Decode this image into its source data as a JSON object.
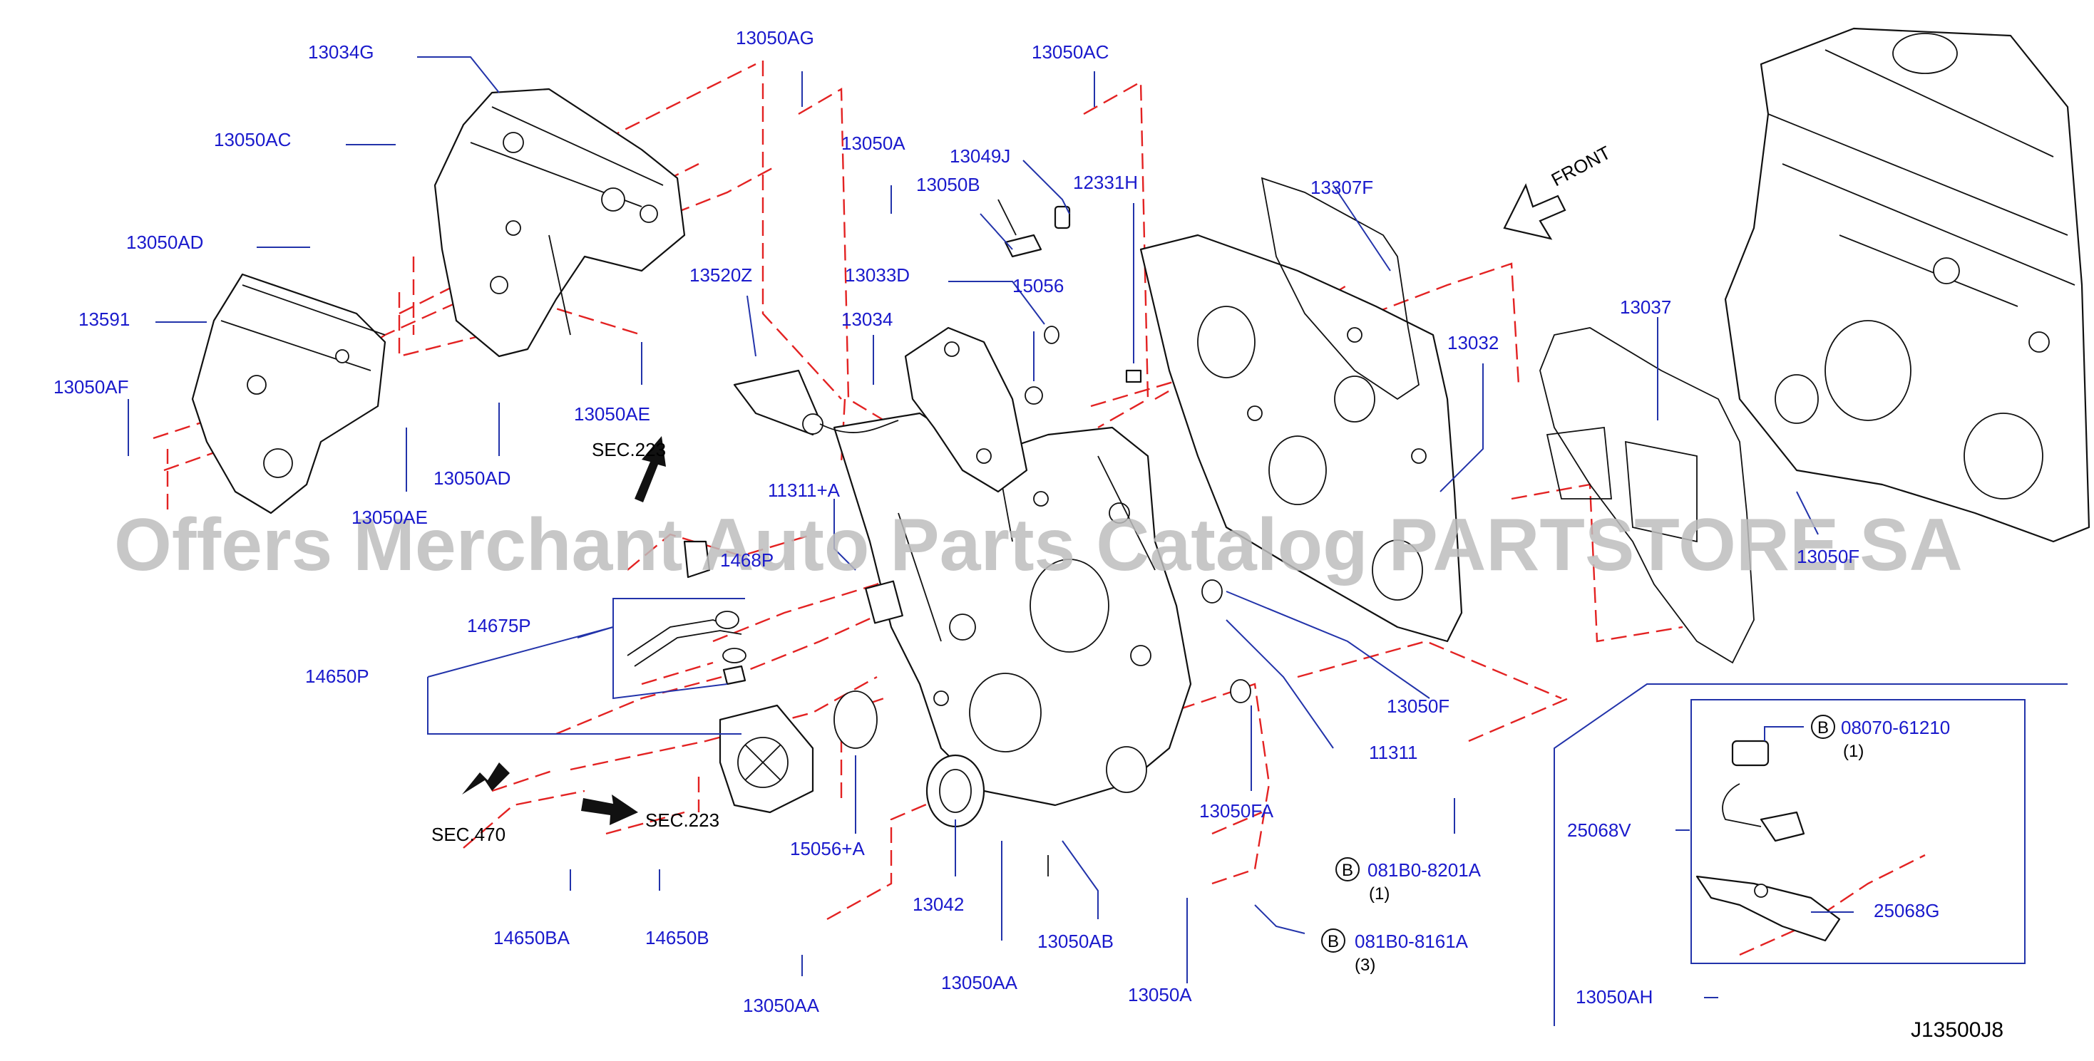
{
  "diagram_id": "J13500J8",
  "watermark": "Offers Merchant Auto Parts Catalog PARTSTORE.SA",
  "front_label": "FRONT",
  "sections": {
    "sec223_upper": "SEC.223",
    "sec223_lower": "SEC.223",
    "sec470": "SEC.470"
  },
  "labels": {
    "p13034G": "13034G",
    "p13050AC_left": "13050AC",
    "p13050AD_upper": "13050AD",
    "p13591": "13591",
    "p13050AF": "13050AF",
    "p13050AE_upper": "13050AE",
    "p13050AD_lower": "13050AD",
    "p13050AE_lower": "13050AE",
    "p13050AG": "13050AG",
    "p13050AC_top": "13050AC",
    "p13050A_upper": "13050A",
    "p13049J": "13049J",
    "p13050B": "13050B",
    "p12331H": "12331H",
    "p13520Z": "13520Z",
    "p13033D": "13033D",
    "p15056": "15056",
    "p13034": "13034",
    "p13307F": "13307F",
    "p13032": "13032",
    "p13037": "13037",
    "p11311A": "11311+A",
    "p1068P": "1468P",
    "p14675P": "14675P",
    "p14650P": "14650P",
    "p13050F_right": "13050F",
    "p13050F": "13050F",
    "p11311": "11311",
    "p15056A": "15056+A",
    "p13050FA": "13050FA",
    "p13042": "13042",
    "p14650BA": "14650BA",
    "p14650B": "14650B",
    "p13050AB": "13050AB",
    "p13050AA_mid": "13050AA",
    "p13050AA_low": "13050AA",
    "p13050A_lower": "13050A",
    "p25068V": "25068V",
    "p25068G": "25068G",
    "p13050AH": "13050AH"
  },
  "bolts": {
    "b1_part": "08070-61210",
    "b1_qty": "(1)",
    "b2_part": "081B0-8201A",
    "b2_qty": "(1)",
    "b3_part": "081B0-8161A",
    "b3_qty": "(3)",
    "marker": "B"
  }
}
